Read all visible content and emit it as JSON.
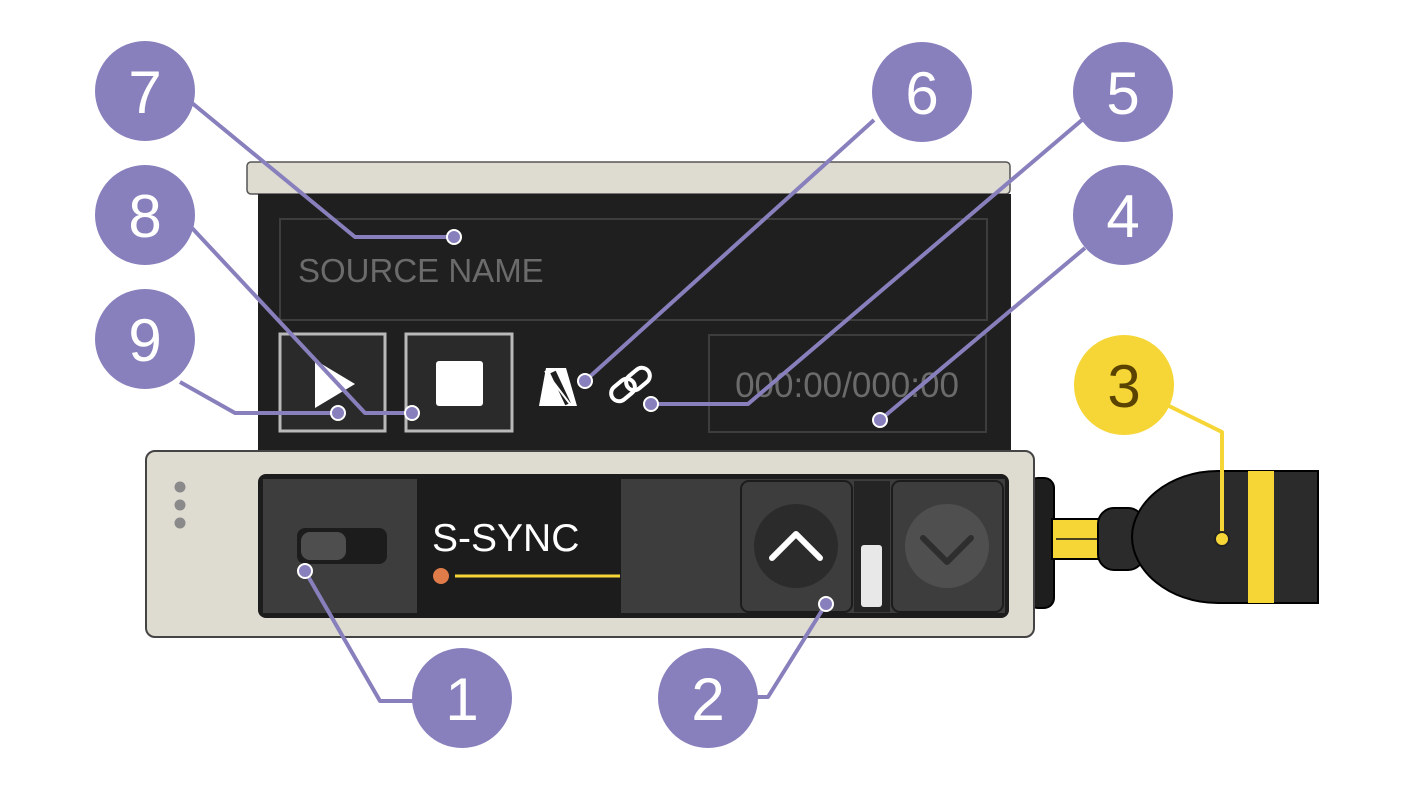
{
  "colors": {
    "callout": "#8880bd",
    "callout_text": "#ffffff",
    "highlight": "#f6d637",
    "highlight_text": "#5a4300",
    "panel_dark": "#1f1f1f",
    "cream": "#dedbd0",
    "label_gray": "#6b6b6b",
    "status_dot": "#e07b4a"
  },
  "display": {
    "source_name_placeholder": "SOURCE NAME",
    "timecode": "000:00/000:00"
  },
  "module": {
    "sync_label": "S-SYNC"
  },
  "icons": {
    "play": "play-icon",
    "stop": "stop-icon",
    "metronome": "metronome-icon",
    "link": "link-icon",
    "up": "chevron-up-icon",
    "down": "chevron-down-icon",
    "menu": "vertical-dots-icon",
    "cable": "cable-plug-icon"
  },
  "callouts": [
    {
      "id": "1",
      "label": "1"
    },
    {
      "id": "2",
      "label": "2"
    },
    {
      "id": "3",
      "label": "3"
    },
    {
      "id": "4",
      "label": "4"
    },
    {
      "id": "5",
      "label": "5"
    },
    {
      "id": "6",
      "label": "6"
    },
    {
      "id": "7",
      "label": "7"
    },
    {
      "id": "8",
      "label": "8"
    },
    {
      "id": "9",
      "label": "9"
    }
  ]
}
